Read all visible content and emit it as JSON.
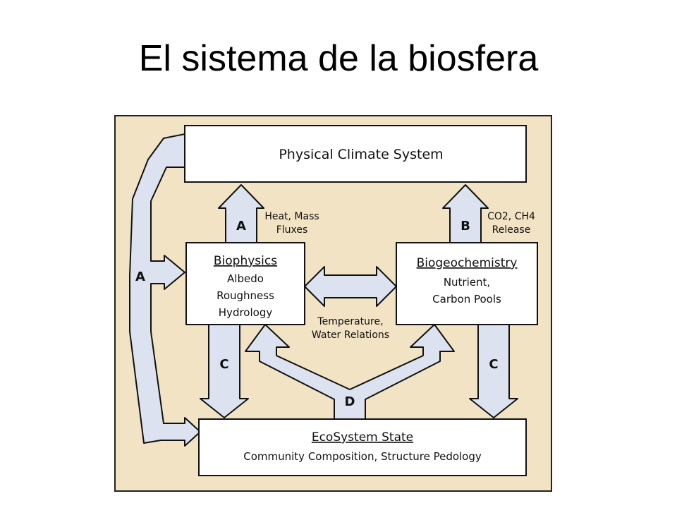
{
  "slide": {
    "title": "El sistema de la biosfera"
  },
  "colors": {
    "panel": "#f1e3c4",
    "arrow": "#dde2f0",
    "box": "#ffffff",
    "stroke": "#111111"
  },
  "diagram": {
    "boxes": {
      "climate": {
        "title": "Physical Climate System"
      },
      "biophysics": {
        "title": "Biophysics",
        "lines": [
          "Albedo",
          "Roughness",
          "Hydrology"
        ]
      },
      "biogeochemistry": {
        "title": "Biogeochemistry",
        "lines": [
          "Nutrient,",
          "Carbon Pools"
        ]
      },
      "ecosystem": {
        "title": "EcoSystem State",
        "lines": [
          "Community Composition, Structure Pedology"
        ]
      }
    },
    "arrows": {
      "a_left": "A",
      "a_up": "A",
      "b_up": "B",
      "c_left": "C",
      "c_right": "C",
      "d": "D"
    },
    "labels": {
      "heat_mass": [
        "Heat, Mass",
        "Fluxes"
      ],
      "co2_ch4": [
        "CO2, CH4",
        "Release"
      ],
      "temperature": [
        "Temperature,",
        "Water Relations"
      ]
    }
  }
}
